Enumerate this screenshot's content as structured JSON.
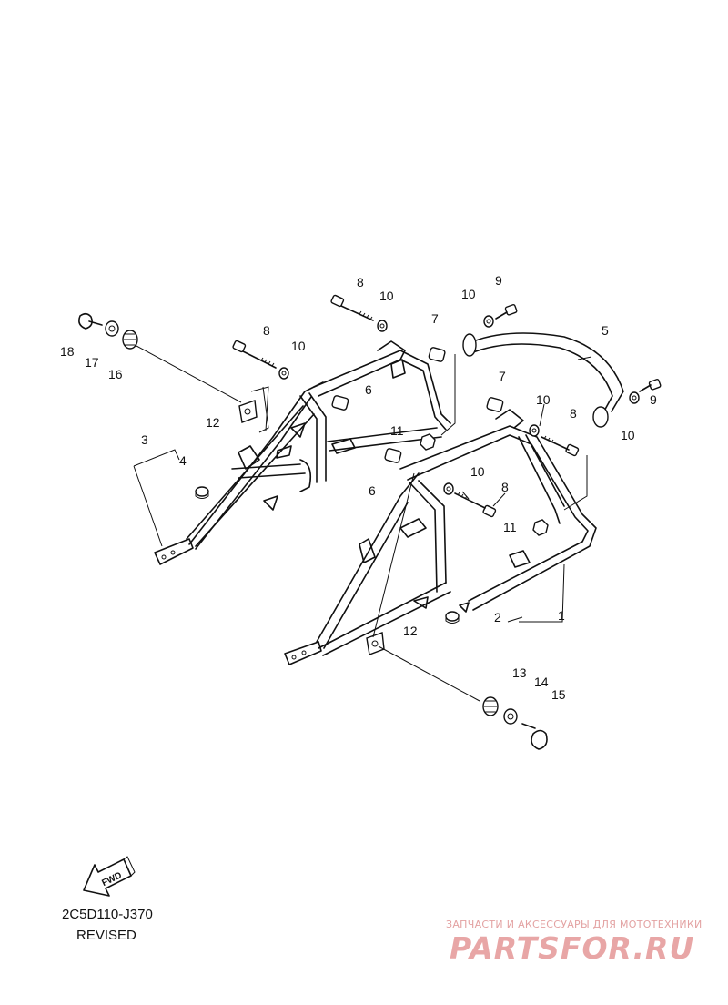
{
  "callouts": [
    "1",
    "2",
    "3",
    "4",
    "5",
    "6",
    "7",
    "8",
    "9",
    "10",
    "11",
    "12",
    "13",
    "14",
    "15",
    "16",
    "17",
    "18"
  ],
  "fwd_badge": "FWD",
  "diagram_code": "2C5D110-J370",
  "revision": "REVISED",
  "watermark": {
    "tagline": "ЗАПЧАСТИ И АКСЕССУАРЫ ДЛЯ МОТОТЕХНИКИ",
    "brand": "PARTSFOR.RU",
    "color": "#e8a6a6"
  }
}
